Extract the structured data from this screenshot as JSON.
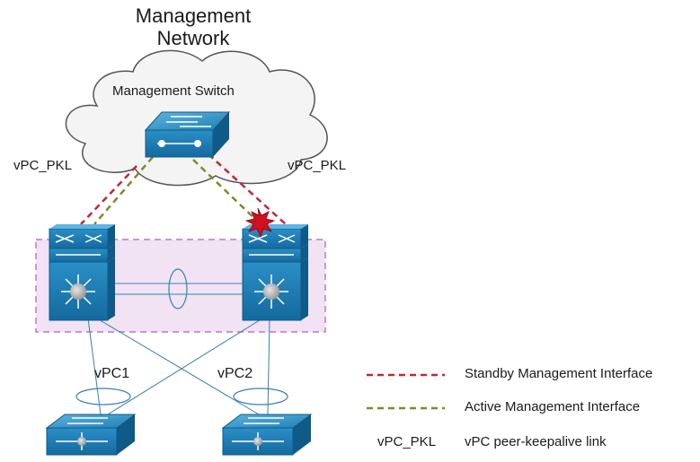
{
  "network": {
    "title_line1": "Management",
    "title_line2": "Network",
    "switch_label": "Management Switch"
  },
  "links": {
    "pkl_left": "vPC_PKL",
    "pkl_right": "vPC_PKL",
    "vpc1": "vPC1",
    "vpc2": "vPC2"
  },
  "legend": {
    "standby": "Standby Management Interface",
    "active": "Active Management Interface",
    "pkl_abbr": "vPC_PKL",
    "pkl_desc": "vPC peer-keepalive link"
  },
  "colors": {
    "standby_line": "#c0273a",
    "active_line": "#7c8a2b",
    "switch_blue": "#1f7fb5",
    "switch_dark": "#0f5a86",
    "vpc_domain_fill": "#f1e3f3",
    "vpc_domain_border": "#b77ac7",
    "failure_burst": "#d01020",
    "cable": "#3a7fb0"
  },
  "icons": {
    "cloud": "cloud-icon",
    "management_switch": "workgroup-switch-icon",
    "core_switch": "nexus-switch-icon",
    "access_switch": "access-switch-icon",
    "failure": "failure-burst-icon"
  }
}
